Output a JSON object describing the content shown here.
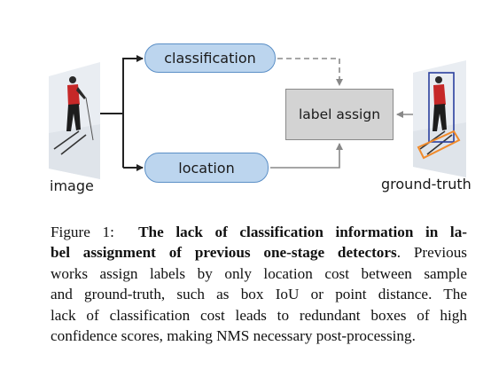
{
  "diagram": {
    "classification_label": "classification",
    "location_label": "location",
    "label_assign_label": "label assign",
    "image_label": "image",
    "ground_truth_label": "ground-truth"
  },
  "caption": {
    "prefix": "Figure 1:",
    "bold_part1": "The lack of classification information in la-",
    "bold_part2": "bel assignment of previous one-stage detectors",
    "line2_tail": ". Previous",
    "line3": "works assign labels by only location cost between sample",
    "line4": "and ground-truth, such as box IoU or point distance.  The",
    "line5": "lack of classification cost leads to redundant boxes of high",
    "line6": "confidence scores, making NMS necessary post-processing."
  },
  "colors": {
    "pill_fill": "#bcd5ee",
    "pill_border": "#5b8fc6",
    "assign_fill": "#d3d3d3",
    "gt_box_blue": "#2a3f9e",
    "gt_box_orange": "#f08a2a"
  }
}
